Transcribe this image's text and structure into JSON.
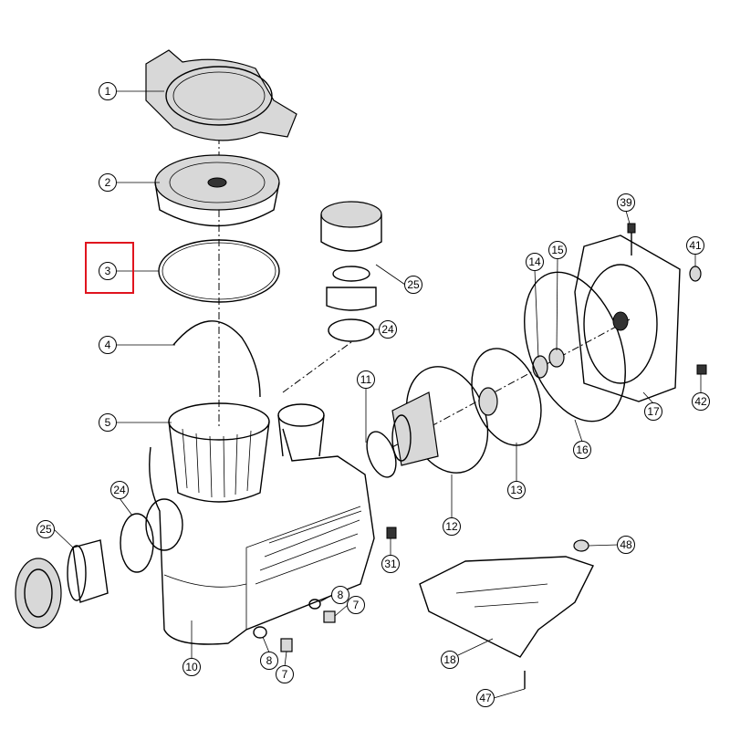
{
  "diagram": {
    "type": "exploded-parts-view",
    "highlighted_part": "3",
    "highlight_color": "#e0141e",
    "callouts": [
      {
        "id": "c1",
        "label": "1"
      },
      {
        "id": "c2",
        "label": "2"
      },
      {
        "id": "c3",
        "label": "3"
      },
      {
        "id": "c4",
        "label": "4"
      },
      {
        "id": "c5",
        "label": "5"
      },
      {
        "id": "c25a",
        "label": "25"
      },
      {
        "id": "c24a",
        "label": "24"
      },
      {
        "id": "c11",
        "label": "11"
      },
      {
        "id": "c12",
        "label": "12"
      },
      {
        "id": "c13",
        "label": "13"
      },
      {
        "id": "c14",
        "label": "14"
      },
      {
        "id": "c15",
        "label": "15"
      },
      {
        "id": "c16",
        "label": "16"
      },
      {
        "id": "c17",
        "label": "17"
      },
      {
        "id": "c39",
        "label": "39"
      },
      {
        "id": "c41",
        "label": "41"
      },
      {
        "id": "c42",
        "label": "42"
      },
      {
        "id": "c31",
        "label": "31"
      },
      {
        "id": "c8a",
        "label": "8"
      },
      {
        "id": "c7a",
        "label": "7"
      },
      {
        "id": "c10",
        "label": "10"
      },
      {
        "id": "c8b",
        "label": "8"
      },
      {
        "id": "c7b",
        "label": "7"
      },
      {
        "id": "c18",
        "label": "18"
      },
      {
        "id": "c47",
        "label": "47"
      },
      {
        "id": "c48",
        "label": "48"
      },
      {
        "id": "c25b",
        "label": "25"
      },
      {
        "id": "c24b",
        "label": "24"
      }
    ]
  }
}
